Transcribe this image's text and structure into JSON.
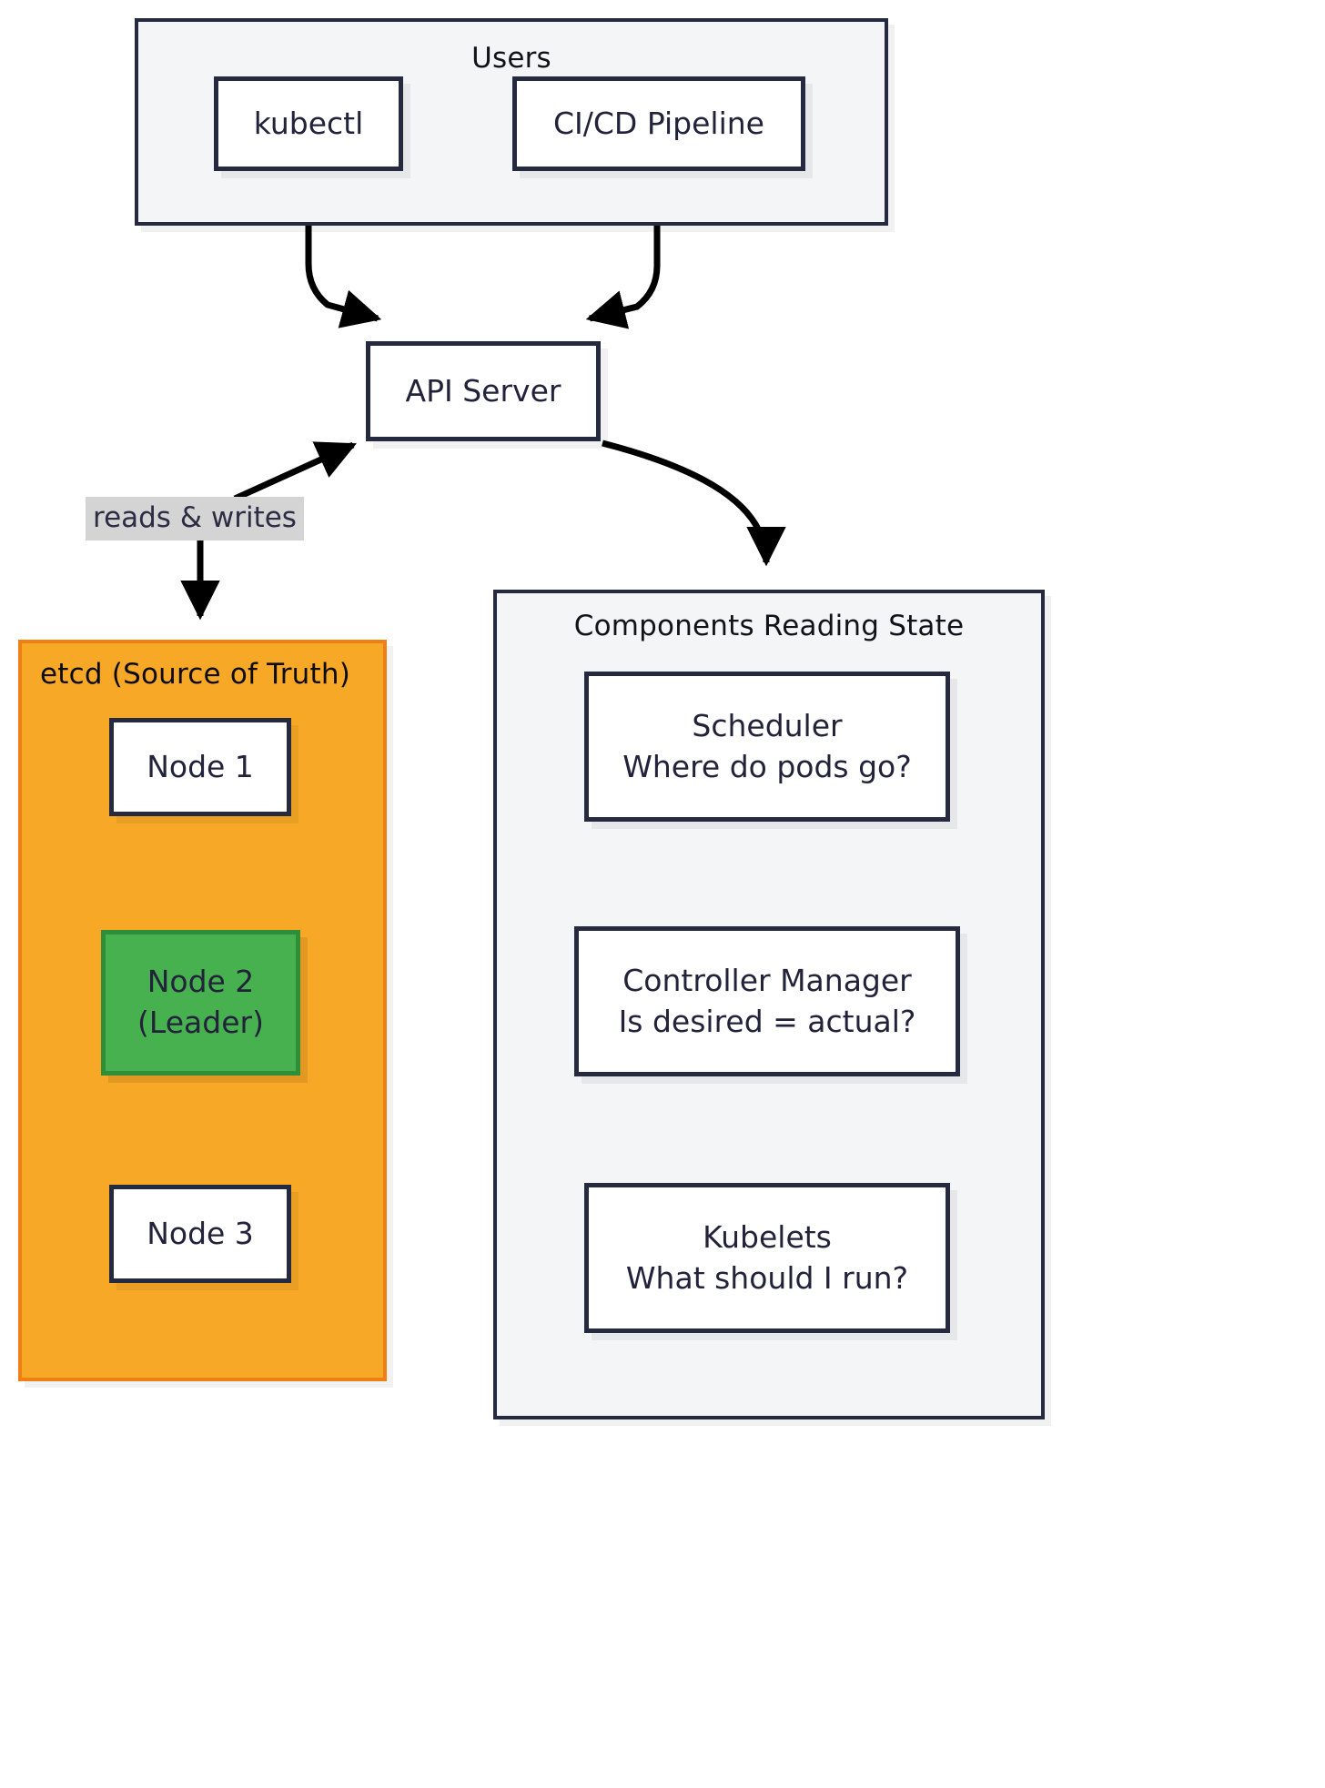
{
  "diagram": {
    "title_hidden": "Kubernetes control plane state flow",
    "colors": {
      "node_border": "#252a41",
      "node_fill": "#ffffff",
      "subgraph_fill": "#f4f5f7",
      "etcd_fill": "#f7a827",
      "etcd_border": "#ef7f14",
      "leader_fill": "#48b14f",
      "leader_border": "#2f8f38",
      "edge_label_bg": "#d4d4d4",
      "text": "#22223a"
    }
  },
  "users_group": {
    "title": "Users",
    "nodes": [
      {
        "id": "kubectl",
        "label": "kubectl"
      },
      {
        "id": "cicd",
        "label": "CI/CD Pipeline"
      }
    ]
  },
  "api_server": {
    "label": "API Server"
  },
  "etcd_group": {
    "title": "etcd (Source of Truth)",
    "nodes": [
      {
        "id": "node1",
        "label": "Node 1",
        "label2": ""
      },
      {
        "id": "node2",
        "label": "Node 2",
        "label2": "(Leader)"
      },
      {
        "id": "node3",
        "label": "Node 3",
        "label2": ""
      }
    ]
  },
  "components_group": {
    "title": "Components Reading State",
    "nodes": [
      {
        "id": "scheduler",
        "label": "Scheduler",
        "label2": "Where do pods go?"
      },
      {
        "id": "controller",
        "label": "Controller Manager",
        "label2": "Is desired = actual?"
      },
      {
        "id": "kubelets",
        "label": "Kubelets",
        "label2": "What should I run?"
      }
    ]
  },
  "edges": [
    {
      "id": "kubectl-to-api",
      "label": ""
    },
    {
      "id": "cicd-to-api",
      "label": ""
    },
    {
      "id": "api-to-etcd",
      "label": "reads & writes"
    },
    {
      "id": "api-to-components",
      "label": ""
    }
  ]
}
